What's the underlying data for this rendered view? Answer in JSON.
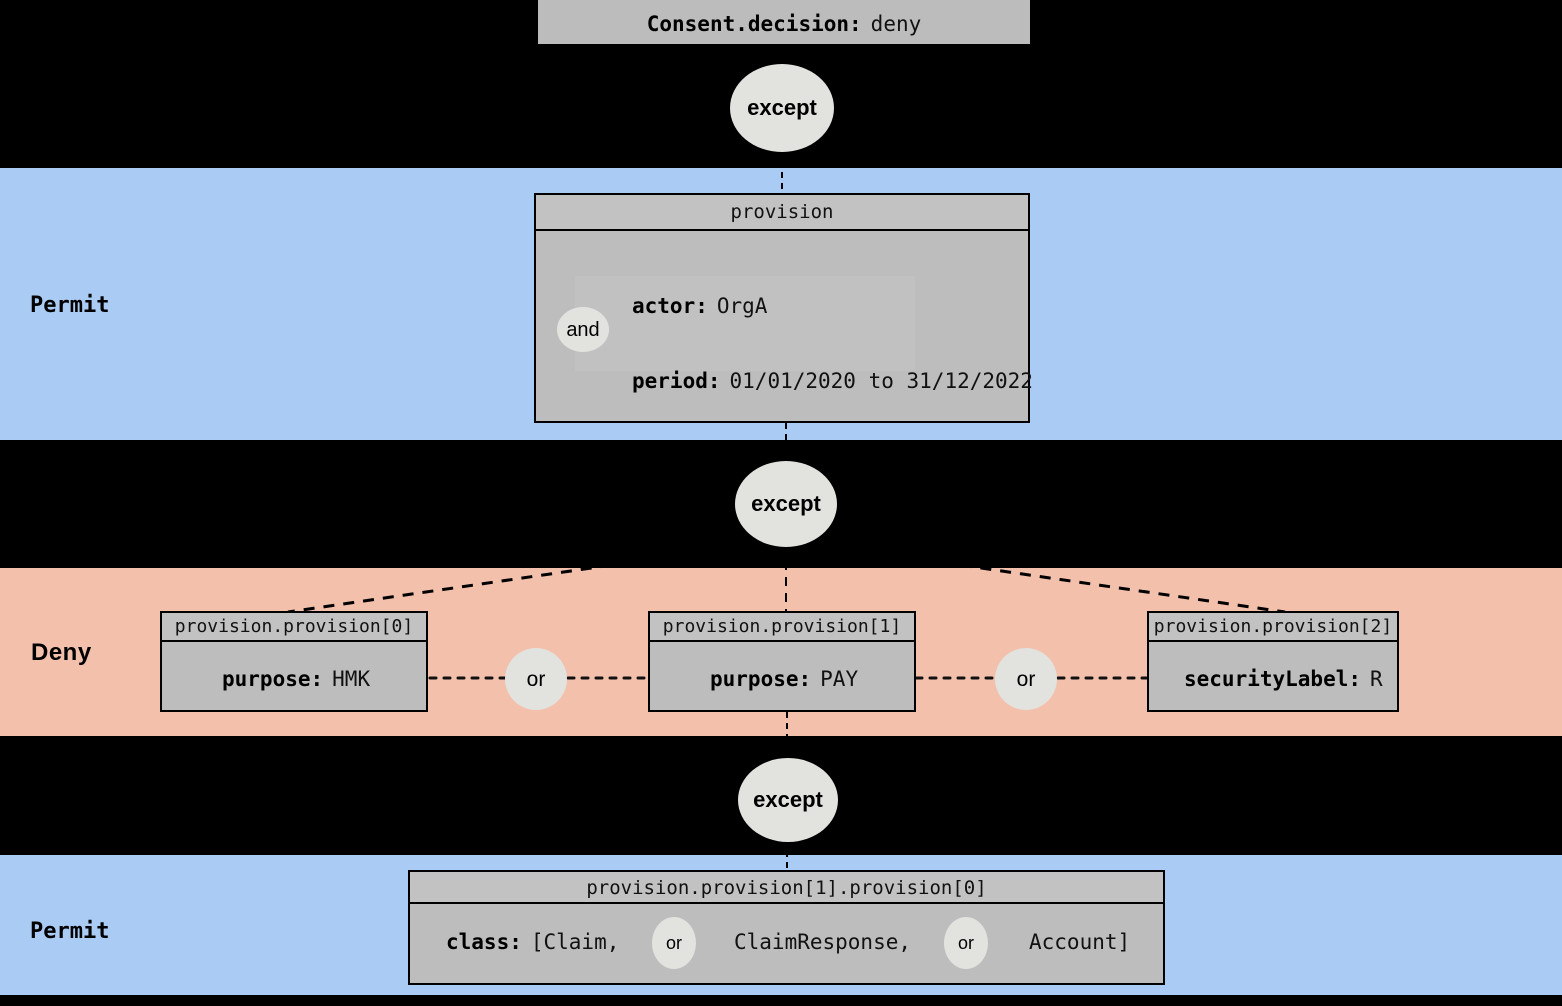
{
  "diagram": {
    "title_attribute": {
      "key": "Consent.decision:",
      "value": "deny"
    },
    "bands": [
      {
        "name": "permit-top",
        "label": "Permit",
        "color": "#aaccf4"
      },
      {
        "name": "deny-middle",
        "label": "Deny",
        "color": "#f3c0ab"
      },
      {
        "name": "permit-bottom",
        "label": "Permit",
        "color": "#aaccf4"
      }
    ],
    "operators": {
      "except": "except",
      "or": "or",
      "and": "and"
    },
    "nodes": {
      "provision": {
        "header": "provision",
        "rows": [
          {
            "key": "actor:",
            "value": "OrgA"
          },
          {
            "key": "period:",
            "value": "01/01/2020 to 31/12/2022"
          }
        ],
        "operator": "and"
      },
      "provision_0": {
        "header": "provision.provision[0]",
        "rows": [
          {
            "key": "purpose:",
            "value": "HMK"
          }
        ]
      },
      "provision_1": {
        "header": "provision.provision[1]",
        "rows": [
          {
            "key": "purpose:",
            "value": "PAY"
          }
        ]
      },
      "provision_2": {
        "header": "provision.provision[2]",
        "rows": [
          {
            "key": "securityLabel:",
            "value": "R"
          }
        ]
      },
      "provision_1_0": {
        "header": "provision.provision[1].provision[0]",
        "class_key": "class:",
        "class_open": "[Claim,",
        "class_mid": "ClaimResponse,",
        "class_close": "Account]"
      }
    },
    "connector_labels": {
      "except_1": "except",
      "except_2": "except",
      "except_3": "except",
      "or_1": "or",
      "or_2": "or",
      "or_inline_1": "or",
      "or_inline_2": "or"
    },
    "colors": {
      "background": "#000000",
      "permit_band": "#aaccf4",
      "deny_band": "#f3c0ab",
      "node_fill": "#bdbdbd",
      "node_header_fill": "#c2c2c2",
      "bubble_fill": "#e2e2df",
      "stroke": "#000000"
    }
  }
}
